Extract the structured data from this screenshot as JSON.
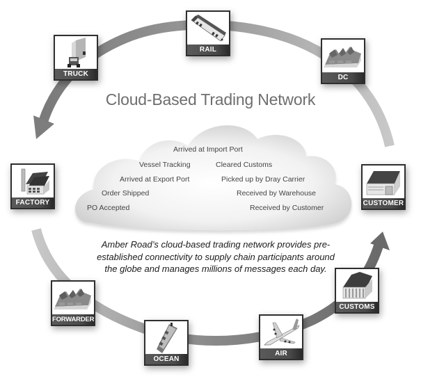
{
  "diagram": {
    "title": "Cloud-Based Trading Network",
    "caption": "Amber Road’s cloud-based trading network provides pre-established connectivity to supply chain participants around the globe and manages millions of messages each day.",
    "caption_lines": [
      "Amber Road’s cloud-based trading network provides pre-",
      "established connectivity to supply chain participants around",
      "the globe and manages millions of messages each day."
    ],
    "cloud_messages": {
      "arrived_import_port": "Arrived at Import Port",
      "vessel_tracking": "Vessel Tracking",
      "cleared_customs": "Cleared Customs",
      "arrived_export_port": "Arrived at Export Port",
      "picked_up_dray": "Picked up by Dray Carrier",
      "order_shipped": "Order Shipped",
      "received_warehouse": "Received by Warehouse",
      "po_accepted": "PO Accepted",
      "received_customer": "Received by Customer"
    },
    "nodes": {
      "truck": {
        "label": "TRUCK",
        "icon": "truck-icon"
      },
      "rail": {
        "label": "RAIL",
        "icon": "train-icon"
      },
      "dc": {
        "label": "DC",
        "icon": "distribution-center-icon"
      },
      "factory": {
        "label": "FACTORY",
        "icon": "factory-icon"
      },
      "customer": {
        "label": "CUSTOMER",
        "icon": "customer-building-icon"
      },
      "forwarder": {
        "label": "FORWARDER",
        "icon": "warehouse-icon"
      },
      "ocean": {
        "label": "OCEAN",
        "icon": "ship-icon"
      },
      "air": {
        "label": "AIR",
        "icon": "airplane-icon"
      },
      "customs": {
        "label": "CUSTOMS",
        "icon": "customs-building-icon"
      }
    },
    "colors": {
      "ring": "#8a8a8a",
      "label_bar": "#4a4a4a",
      "title": "#6e6e6e"
    }
  }
}
